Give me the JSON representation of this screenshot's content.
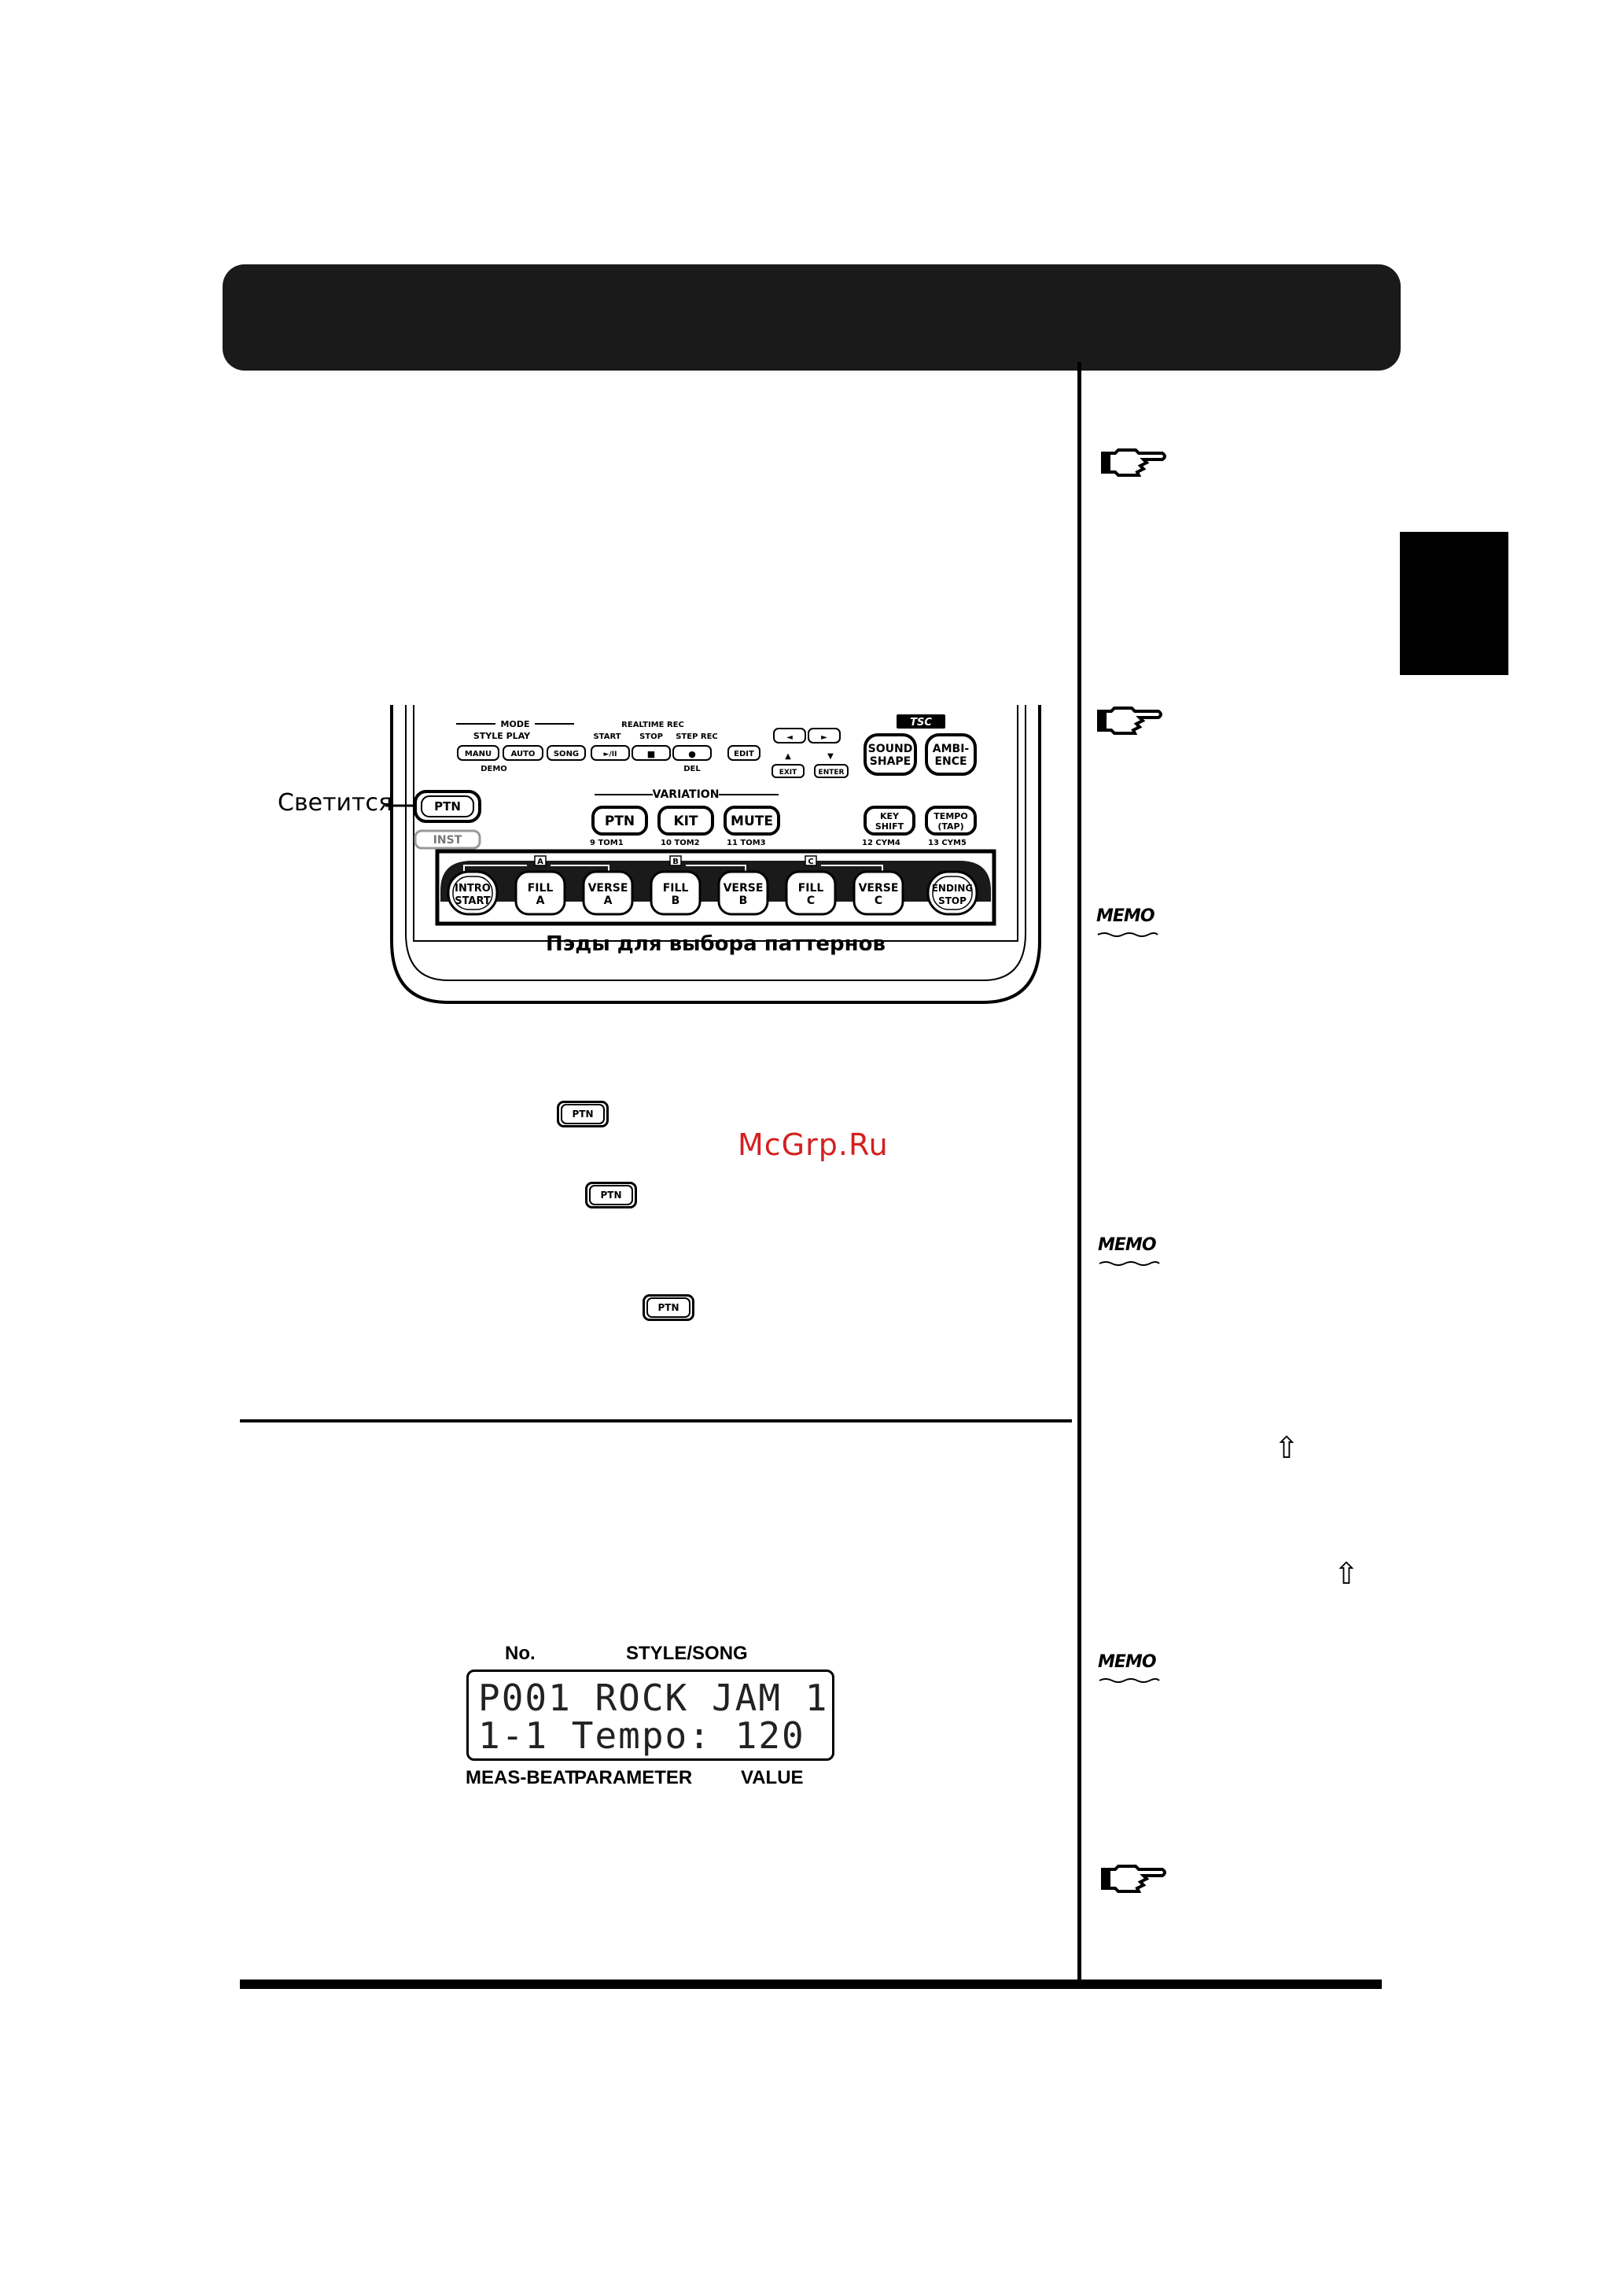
{
  "page": {
    "watermark": "McGrp.Ru"
  },
  "device": {
    "lit_label": "Светится",
    "mode": {
      "title": "MODE",
      "style_play": "STYLE PLAY",
      "demo": "DEMO",
      "manu": "MANU",
      "auto": "AUTO",
      "song": "SONG"
    },
    "realtime": {
      "title": "REALTIME REC",
      "start": "START",
      "stop": "STOP",
      "step_rec": "STEP REC",
      "play": "►/II",
      "stop_sym": "■",
      "rec_sym": "●",
      "del": "DEL"
    },
    "edit": "EDIT",
    "exit": "EXIT",
    "enter": "ENTER",
    "up": "▲",
    "down": "▼",
    "left": "◄",
    "right": "►",
    "tsc": "TSC",
    "sound_shape": [
      "SOUND",
      "SHAPE"
    ],
    "ambience": [
      "AMBI-",
      "ENCE"
    ],
    "ptn_button": "PTN",
    "inst_button": "INST",
    "variation": {
      "title": "VARIATION",
      "ptn": "PTN",
      "kit": "KIT",
      "mute": "MUTE"
    },
    "key_shift": [
      "KEY",
      "SHIFT"
    ],
    "tempo_tap": [
      "TEMPO",
      "(TAP)"
    ],
    "pad_nums": [
      "9  TOM1",
      "10 TOM2",
      "11 TOM3",
      "12 CYM4",
      "13 CYM5"
    ],
    "section_letters": [
      "A",
      "B",
      "C"
    ],
    "pads": [
      [
        "INTRO",
        "START"
      ],
      [
        "FILL",
        "A"
      ],
      [
        "VERSE",
        "A"
      ],
      [
        "FILL",
        "B"
      ],
      [
        "VERSE",
        "B"
      ],
      [
        "FILL",
        "C"
      ],
      [
        "VERSE",
        "C"
      ],
      [
        "ENDING",
        "STOP"
      ]
    ],
    "caption": "Пэды для выбора паттернов"
  },
  "inline_buttons": [
    "PTN",
    "PTN",
    "PTN"
  ],
  "lcd": {
    "cap_no": "No.",
    "cap_style": "STYLE/SONG",
    "line1": "P001 ROCK JAM 1",
    "line2": "1-1 Tempo:  120",
    "cap_meas": "MEAS-BEAT",
    "cap_param": "PARAMETER",
    "cap_value": "VALUE"
  },
  "margin_icons": [
    "pointing-hand-icon",
    "pointing-hand-icon",
    "memo-icon",
    "memo-icon",
    "up-arrow-icon",
    "up-arrow-icon",
    "memo-icon",
    "pointing-hand-icon"
  ],
  "memo_label": "MEMO",
  "up_arrow": "⇧"
}
